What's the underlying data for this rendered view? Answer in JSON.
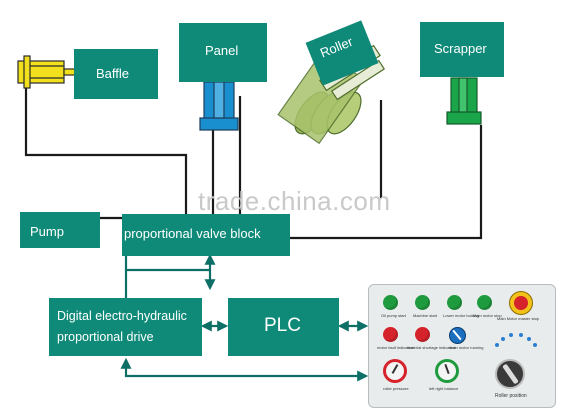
{
  "watermark": "trade.china.com",
  "nodes": {
    "baffle": "Baffle",
    "panel": "Panel",
    "roller": "Roller",
    "scrapper": "Scrapper",
    "pump": "Pump",
    "valve_block": "proportional valve block",
    "drive_line1": "Digital electro-hydraulic",
    "drive_line2": "proportional drive",
    "plc": "PLC"
  },
  "control_panel": {
    "labels": {
      "oil_pump_start": "Oil pump start",
      "machine_start": "Machine start",
      "lower_motor_locking": "Lower motor locking",
      "main_motor_stop": "Main motor stop",
      "main_motor_master_stop": "Main Motor master stop",
      "motor_fault_indication": "motor fault indication",
      "material_shortage_indication": "material shortage indication",
      "main_motor_running": "main motor running",
      "roller_pressure": "roller pressure",
      "left_right_balance": "left right balance",
      "roller_position": "Roller position"
    }
  },
  "colors": {
    "box": "#0f8a78",
    "baffle_cylinder": "#f2e01c",
    "panel_cylinder": "#1a8fd0",
    "roller": "#a9c36c",
    "scrapper_cylinder": "#1ba54a",
    "wire": "#1a1a1a",
    "arrow": "#0d6f66"
  }
}
